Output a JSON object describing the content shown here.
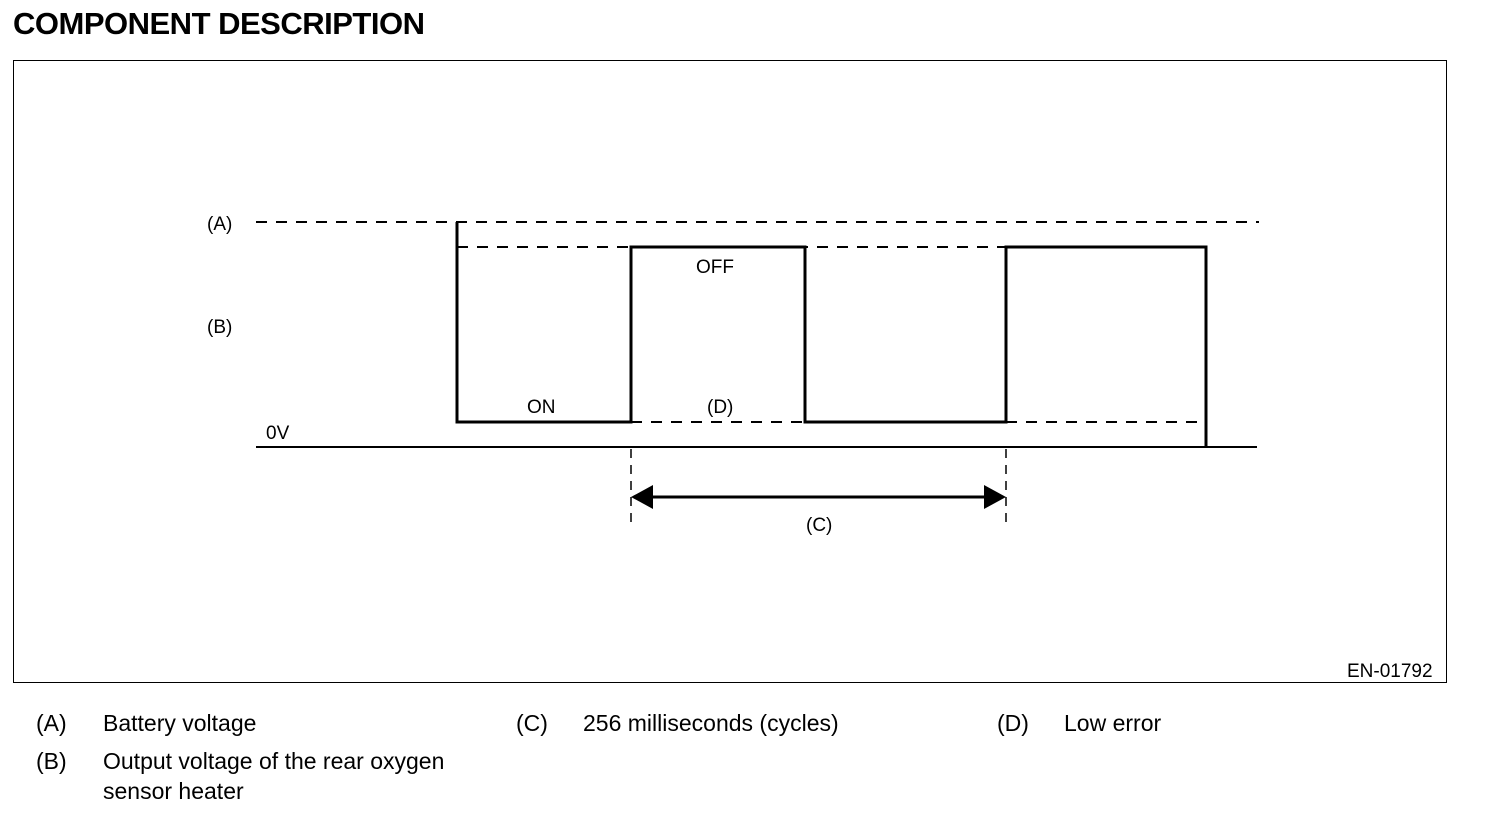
{
  "heading": "COMPONENT DESCRIPTION",
  "figure": {
    "labels": {
      "a": "(A)",
      "b": "(B)",
      "zero": "0V",
      "off": "OFF",
      "on": "ON",
      "d": "(D)",
      "c": "(C)"
    },
    "figure_id": "EN-01792"
  },
  "legend": [
    {
      "key": "(A)",
      "text": "Battery voltage"
    },
    {
      "key": "(B)",
      "text": "Output voltage of the rear oxygen",
      "text2": "sensor heater"
    },
    {
      "key": "(C)",
      "text": "256 milliseconds (cycles)"
    },
    {
      "key": "(D)",
      "text": "Low error"
    }
  ]
}
